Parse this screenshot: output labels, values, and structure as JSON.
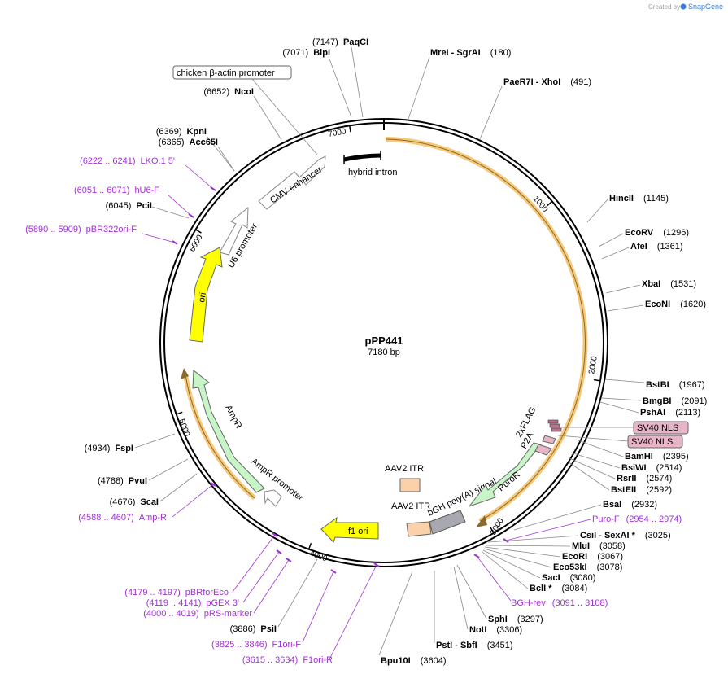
{
  "credit": {
    "created_by": "Created by",
    "brand": "SnapGene"
  },
  "plasmid": {
    "name": "pPP441",
    "length_label": "7180 bp",
    "length": 7180
  },
  "ticks": [
    "1000",
    "2000",
    "3000",
    "4000",
    "5000",
    "6000",
    "7000"
  ],
  "colors": {
    "ring": "#000000",
    "orange_highlight": "#f6c87a",
    "yellow": "#ffff00",
    "light_green": "#c8f5c8",
    "pink": "#e8b4c8",
    "pink_dark": "#c07090",
    "peach": "#fbd1a9",
    "grey": "#a8a8b0",
    "primer": "#a032d2"
  },
  "enzymes_right": [
    {
      "name": "PaqCI",
      "num": "(7147)",
      "num_first": true
    },
    {
      "name": "MreI  -  SgrAI",
      "num": "(180)"
    },
    {
      "name": "PaeR7I  -  XhoI",
      "num": "(491)"
    },
    {
      "name": "HincII",
      "num": "(1145)"
    },
    {
      "name": "EcoRV",
      "num": "(1296)"
    },
    {
      "name": "AfeI",
      "num": "(1361)"
    },
    {
      "name": "XbaI",
      "num": "(1531)"
    },
    {
      "name": "EcoNI",
      "num": "(1620)"
    },
    {
      "name": "BstBI",
      "num": "(1967)"
    },
    {
      "name": "BmgBI",
      "num": "(2091)"
    },
    {
      "name": "PshAI",
      "num": "(2113)"
    },
    {
      "name": "BamHI",
      "num": "(2395)"
    },
    {
      "name": "BsiWI",
      "num": "(2514)"
    },
    {
      "name": "RsrII",
      "num": "(2574)"
    },
    {
      "name": "BstEII",
      "num": "(2592)"
    },
    {
      "name": "BsaI",
      "num": "(2932)"
    },
    {
      "name": "CsiI   -  SexAI *",
      "num": "(3025)"
    },
    {
      "name": "MluI",
      "num": "(3058)"
    },
    {
      "name": "EcoRI",
      "num": "(3067)"
    },
    {
      "name": "Eco53kI",
      "num": "(3078)"
    },
    {
      "name": "SacI",
      "num": "(3080)"
    },
    {
      "name": "BclI *",
      "num": "(3084)"
    },
    {
      "name": "SphI",
      "num": "(3297)"
    },
    {
      "name": "NotI",
      "num": "(3306)"
    },
    {
      "name": "PstI  -  SbfI",
      "num": "(3451)"
    },
    {
      "name": "Bpu10I",
      "num": "(3604)"
    }
  ],
  "enzymes_left": [
    {
      "name": "BlpI",
      "num": "(7071)"
    },
    {
      "name": "NcoI",
      "num": "(6652)"
    },
    {
      "name": "KpnI",
      "num": "(6369)"
    },
    {
      "name": "Acc65I",
      "num": "(6365)"
    },
    {
      "name": "PciI",
      "num": "(6045)"
    },
    {
      "name": "FspI",
      "num": "(4934)"
    },
    {
      "name": "PvuI",
      "num": "(4788)"
    },
    {
      "name": "ScaI",
      "num": "(4676)"
    },
    {
      "name": "PsiI",
      "num": "(3886)"
    }
  ],
  "primers": [
    {
      "range": "(6222 .. 6241)",
      "name": "LKO.1 5'"
    },
    {
      "range": "(6051 .. 6071)",
      "name": "hU6-F"
    },
    {
      "range": "(5890 .. 5909)",
      "name": "pBR322ori-F"
    },
    {
      "range": "(4588 .. 4607)",
      "name": "Amp-R"
    },
    {
      "range": "(4179 .. 4197)",
      "name": "pBRforEco"
    },
    {
      "range": "(4119 .. 4141)",
      "name": "pGEX 3'"
    },
    {
      "range": "(4000 .. 4019)",
      "name": "pRS-marker"
    },
    {
      "range": "(3825 .. 3846)",
      "name": "F1ori-F"
    },
    {
      "range": "(3615 .. 3634)",
      "name": "F1ori-R"
    },
    {
      "range": "(2954 .. 2974)",
      "name": "Puro-F"
    },
    {
      "range": "(3091 .. 3108)",
      "name": "BGH-rev"
    }
  ],
  "features": {
    "chicken_promoter": "chicken β-actin promoter",
    "hybrid_intron": "hybrid intron",
    "cmv_enhancer": "CMV enhancer",
    "u6_promoter": "U6 promoter",
    "ori": "ori",
    "ampr": "AmpR",
    "ampr_promoter": "AmpR promoter",
    "f1_ori": "f1 ori",
    "aav2_itr_1": "AAV2 ITR",
    "aav2_itr_2": "AAV2 ITR",
    "bgh_polya": "bGH poly(A) signal",
    "puror": "PuroR",
    "p2a": "P2A",
    "flag": "2xFLAG",
    "sv40_nls_1": "SV40 NLS",
    "sv40_nls_2": "SV40 NLS"
  }
}
